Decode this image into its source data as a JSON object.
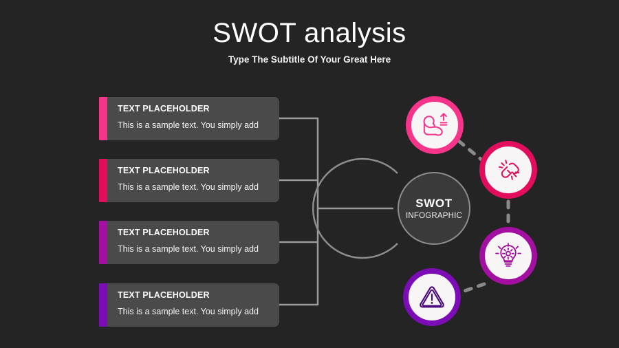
{
  "header": {
    "title": "SWOT analysis",
    "subtitle": "Type The Subtitle Of Your Great Here"
  },
  "hub": {
    "title": "SWOT",
    "subtitle": "INFOGRAPHIC",
    "fill_color": "#3a3a3a",
    "ring_color": "#8d8d8d"
  },
  "cards": [
    {
      "heading": "TEXT PLACEHOLDER",
      "text": "This is a sample text. You simply add",
      "accent_color": "#f6348a"
    },
    {
      "heading": "TEXT PLACEHOLDER",
      "text": "This is a sample text. You simply add",
      "accent_color": "#e30d5e"
    },
    {
      "heading": "TEXT PLACEHOLDER",
      "text": "This is a sample text. You simply add",
      "accent_color": "#a30fa0"
    },
    {
      "heading": "TEXT PLACEHOLDER",
      "text": "This is a sample text. You simply add",
      "accent_color": "#7c0cb6"
    }
  ],
  "icons": [
    {
      "name": "muscle-arm-icon",
      "color": "#f6348a"
    },
    {
      "name": "broken-chain-icon",
      "color": "#e30d5e"
    },
    {
      "name": "lightbulb-gear-icon",
      "color": "#a30fa0"
    },
    {
      "name": "warning-triangle-icon",
      "color": "#7c0cb6"
    }
  ],
  "theme": {
    "background": "#242424",
    "card_background": "#4a4a4a",
    "connector_color": "#9a9a9a",
    "bubble_background": "#f7f5f6"
  }
}
